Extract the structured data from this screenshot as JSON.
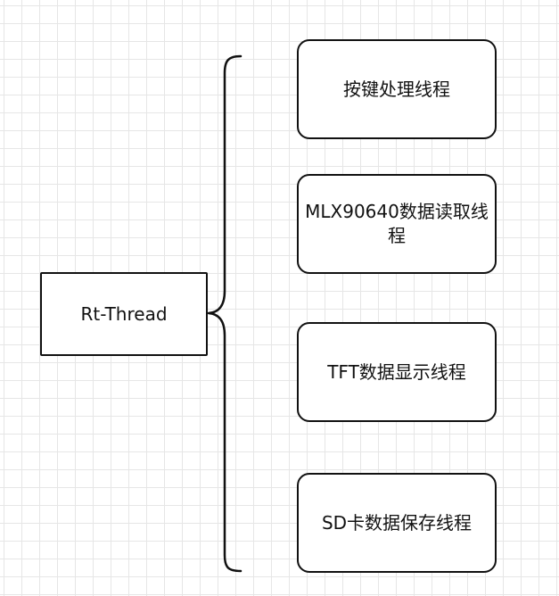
{
  "root": {
    "label": "Rt-Thread"
  },
  "threads": [
    {
      "label": "按键处理线程"
    },
    {
      "label": "MLX90640数据读取线程"
    },
    {
      "label": "TFT数据显示线程"
    },
    {
      "label": "SD卡数据保存线程"
    }
  ],
  "colors": {
    "stroke": "#111111",
    "grid": "#e6e6e6",
    "background": "#ffffff"
  }
}
